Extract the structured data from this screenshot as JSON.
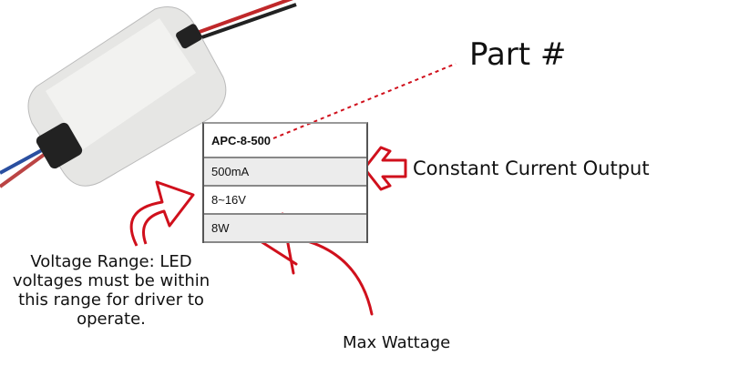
{
  "table": {
    "part_number": "APC-8-500",
    "current": "500mA",
    "voltage": "8~16V",
    "wattage": "8W"
  },
  "annotations": {
    "part": "Part #",
    "current": "Constant Current Output",
    "voltage": "Voltage Range: LED voltages must be within this range for driver to operate.",
    "wattage": "Max Wattage"
  },
  "colors": {
    "accent": "#d0101c"
  }
}
